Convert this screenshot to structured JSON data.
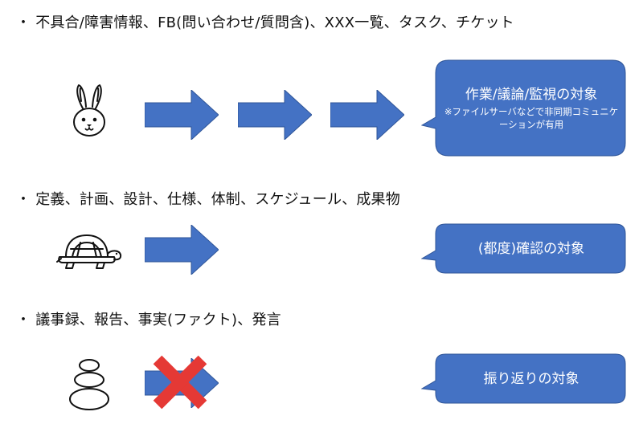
{
  "rows": [
    {
      "bullet": "・",
      "text": "不具合/障害情報、FB(問い合わせ/質問含)、XXX一覧、タスク、チケット",
      "icon": "rabbit-icon",
      "callout_title": "作業/議論/監視の対象",
      "callout_note": "※ファイルサーバなどで非同期コミュニケーションが有用"
    },
    {
      "bullet": "・",
      "text": "定義、計画、設計、仕様、体制、スケジュール、成果物",
      "icon": "turtle-icon",
      "callout_title": "(都度)確認の対象",
      "callout_note": ""
    },
    {
      "bullet": "・",
      "text": "議事録、報告、事実(ファクト)、発言",
      "icon": "stacked-stones-icon",
      "callout_title": "振り返りの対象",
      "callout_note": ""
    }
  ],
  "colors": {
    "arrow": "#4472C4",
    "callout": "#4472C4",
    "cross": "#E53935"
  }
}
